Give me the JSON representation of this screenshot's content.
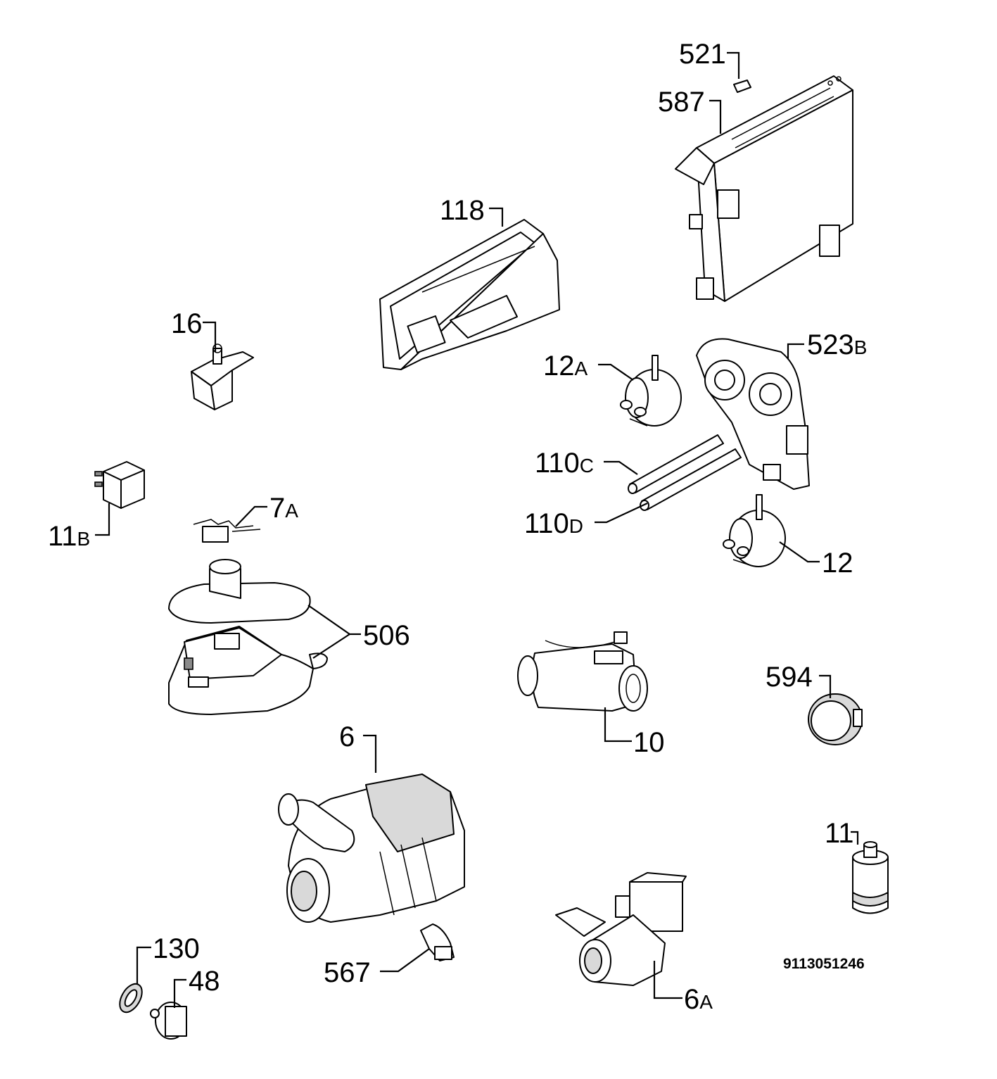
{
  "diagram": {
    "document_code": "9113051246",
    "parts": [
      {
        "id": "p521",
        "num": "521",
        "suffix": ""
      },
      {
        "id": "p587",
        "num": "587",
        "suffix": ""
      },
      {
        "id": "p118",
        "num": "118",
        "suffix": ""
      },
      {
        "id": "p16",
        "num": "16",
        "suffix": ""
      },
      {
        "id": "p523b",
        "num": "523",
        "suffix": "B"
      },
      {
        "id": "p12a",
        "num": "12",
        "suffix": "A"
      },
      {
        "id": "p110c",
        "num": "110",
        "suffix": "C"
      },
      {
        "id": "p110d",
        "num": "110",
        "suffix": "D"
      },
      {
        "id": "p12",
        "num": "12",
        "suffix": ""
      },
      {
        "id": "p11b",
        "num": "11",
        "suffix": "B"
      },
      {
        "id": "p7a",
        "num": "7",
        "suffix": "A"
      },
      {
        "id": "p506",
        "num": "506",
        "suffix": ""
      },
      {
        "id": "p10",
        "num": "10",
        "suffix": ""
      },
      {
        "id": "p594",
        "num": "594",
        "suffix": ""
      },
      {
        "id": "p6",
        "num": "6",
        "suffix": ""
      },
      {
        "id": "p11",
        "num": "11",
        "suffix": ""
      },
      {
        "id": "p130",
        "num": "130",
        "suffix": ""
      },
      {
        "id": "p48",
        "num": "48",
        "suffix": ""
      },
      {
        "id": "p567",
        "num": "567",
        "suffix": ""
      },
      {
        "id": "p6a",
        "num": "6",
        "suffix": "A"
      }
    ]
  }
}
